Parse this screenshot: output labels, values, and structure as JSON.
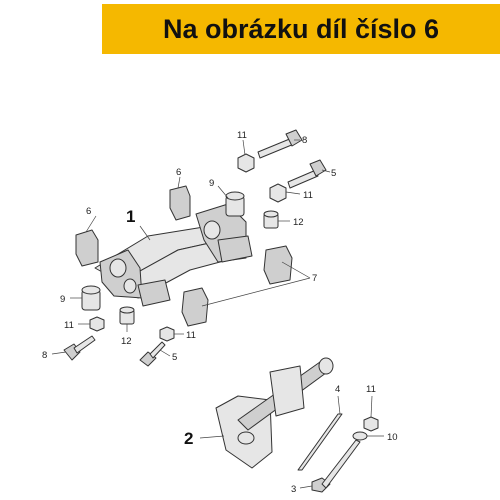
{
  "banner": {
    "text": "Na obrázku díl číslo 6",
    "background_color": "#f5b800"
  },
  "callouts": {
    "assembly_1": "1",
    "assembly_2": "2",
    "part_3": "3",
    "part_4": "4",
    "part_5_top": "5",
    "part_5_bottom": "5",
    "part_6_left": "6",
    "part_6_top": "6",
    "part_7": "7",
    "part_8_top": "8",
    "part_8_left": "8",
    "part_9_top": "9",
    "part_9_left": "9",
    "part_10": "10",
    "part_11_top": "11",
    "part_11_right": "11",
    "part_11_left": "11",
    "part_11_mid": "11",
    "part_11_bottom": "11",
    "part_12_right": "12",
    "part_12_left": "12"
  }
}
